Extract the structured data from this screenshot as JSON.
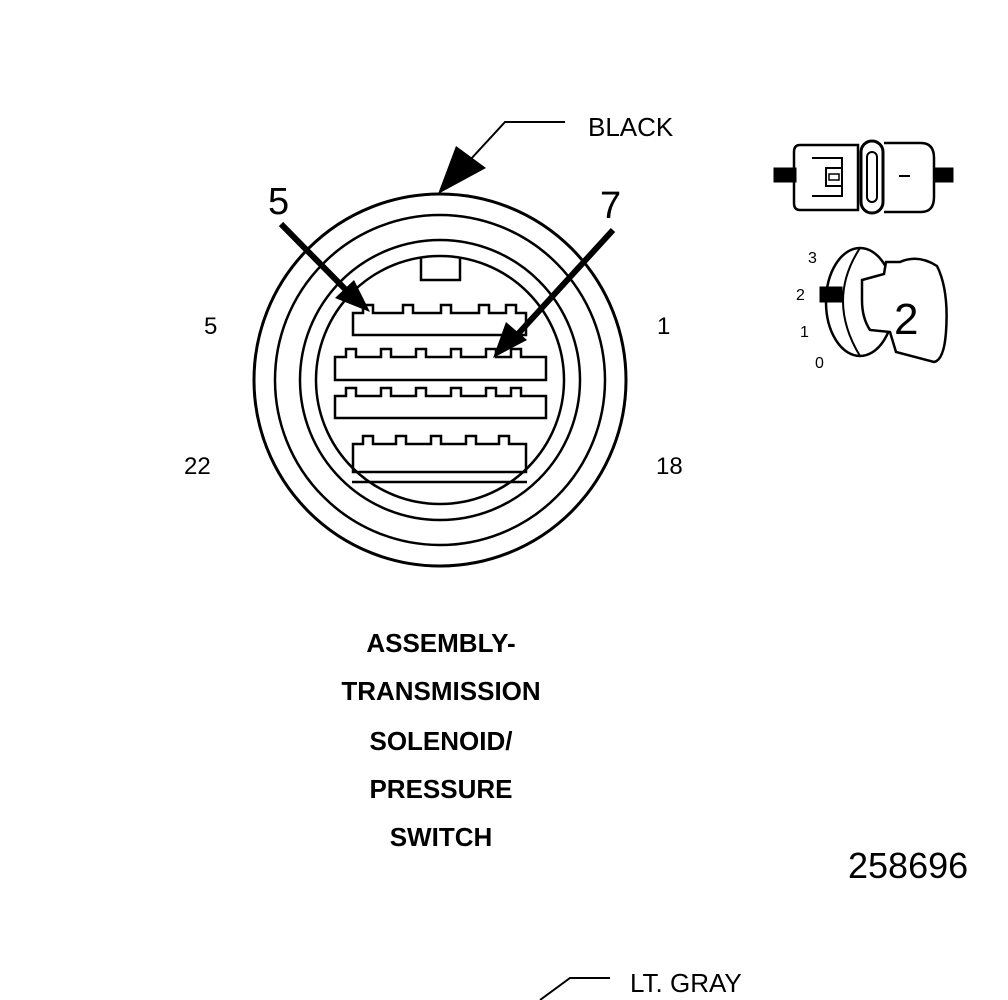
{
  "connector": {
    "color_label": "BLACK",
    "callout_left": "5",
    "callout_right": "7",
    "pin_top_left": "5",
    "pin_top_right": "1",
    "pin_bottom_left": "22",
    "pin_bottom_right": "18"
  },
  "title_lines": [
    "ASSEMBLY-",
    "TRANSMISSION",
    "SOLENOID/",
    "PRESSURE",
    "SWITCH"
  ],
  "figure_number": "258696",
  "second_connector_color_label": "LT. GRAY",
  "position_scale": [
    "3",
    "2",
    "1",
    "0"
  ],
  "position_value": "2",
  "colors": {
    "line": "#000000",
    "background": "#ffffff"
  }
}
